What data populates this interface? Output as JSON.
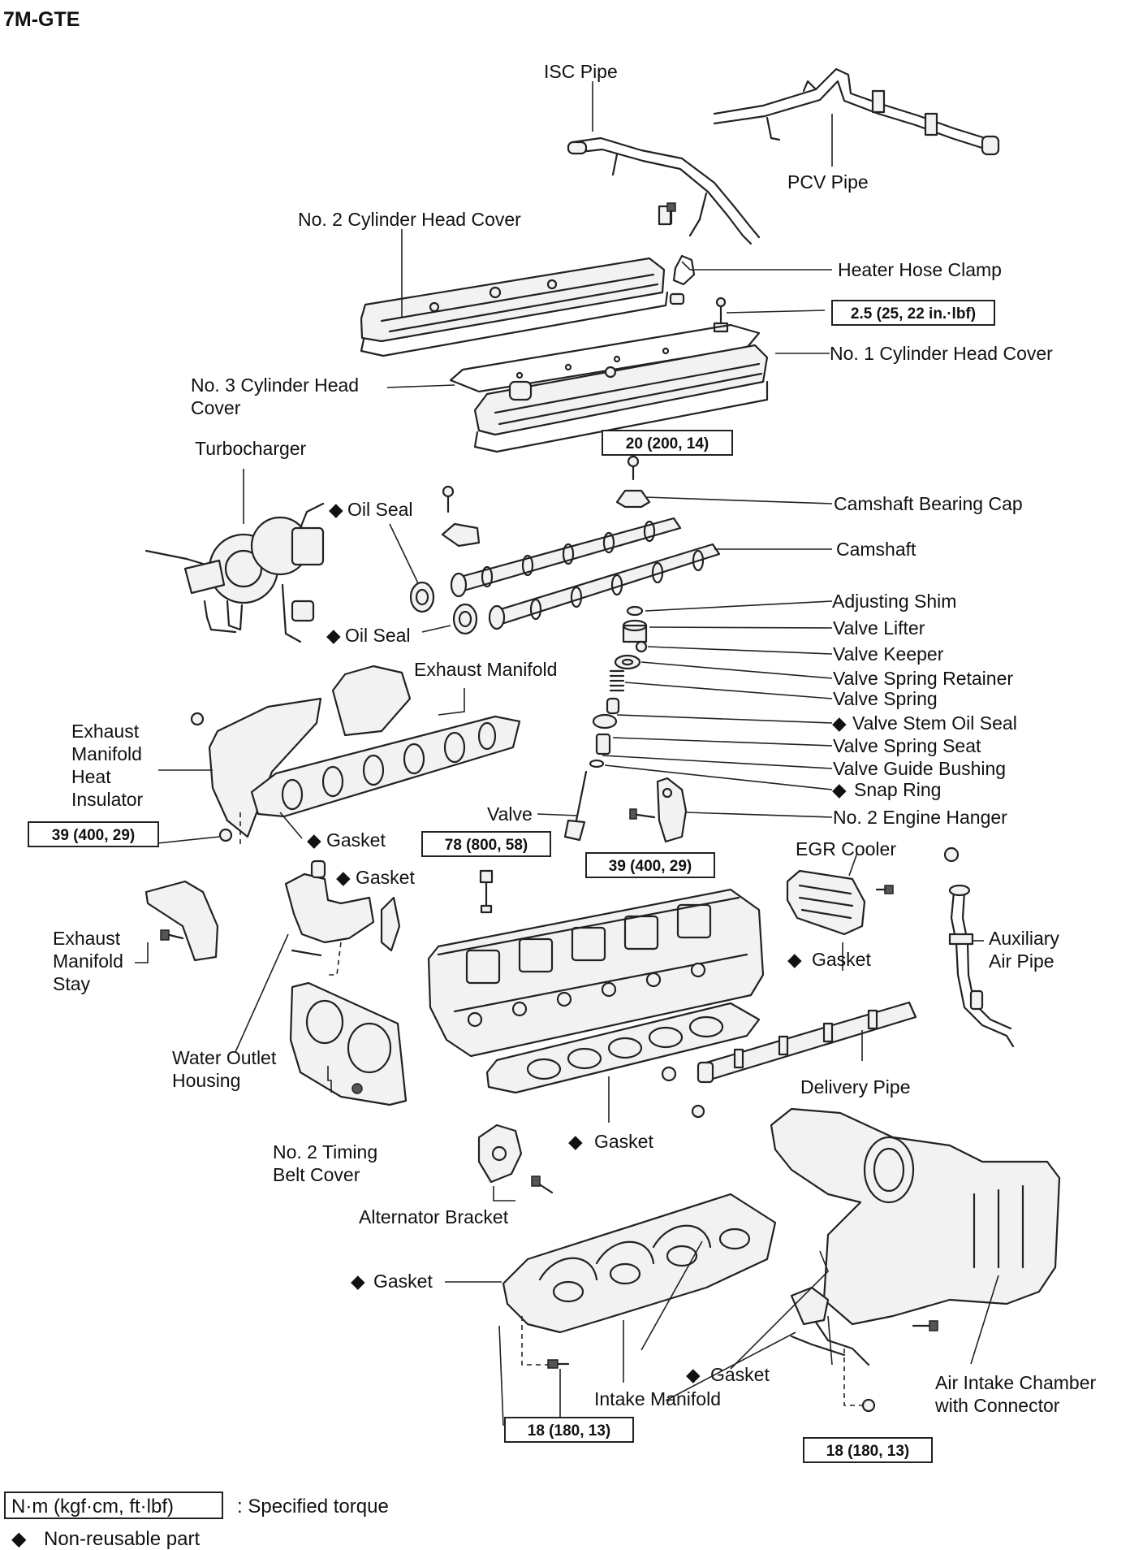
{
  "title": "7M-GTE",
  "labels": {
    "isc_pipe": "ISC Pipe",
    "pcv_pipe": "PCV Pipe",
    "no2_cyl_head_cover": "No. 2 Cylinder Head Cover",
    "heater_hose_clamp": "Heater Hose Clamp",
    "no1_cyl_head_cover": "No. 1 Cylinder Head Cover",
    "no3_cyl_head_cover_1": "No. 3 Cylinder Head",
    "no3_cyl_head_cover_2": "Cover",
    "turbocharger": "Turbocharger",
    "oil_seal_top": "Oil Seal",
    "oil_seal_bottom": "Oil Seal",
    "camshaft_bearing_cap": "Camshaft Bearing Cap",
    "camshaft": "Camshaft",
    "adjusting_shim": "Adjusting Shim",
    "valve_lifter": "Valve Lifter",
    "valve_keeper": "Valve Keeper",
    "valve_spring_retainer": "Valve Spring Retainer",
    "valve_spring": "Valve Spring",
    "valve_stem_oil_seal": "Valve Stem Oil Seal",
    "valve_spring_seat": "Valve Spring Seat",
    "valve_guide_bushing": "Valve Guide Bushing",
    "snap_ring": "Snap Ring",
    "valve": "Valve",
    "no2_engine_hanger": "No. 2 Engine Hanger",
    "exhaust_manifold": "Exhaust Manifold",
    "ex_heat_ins_1": "Exhaust",
    "ex_heat_ins_2": "Manifold",
    "ex_heat_ins_3": "Heat",
    "ex_heat_ins_4": "Insulator",
    "gasket_exhaust": "Gasket",
    "gasket_water_outlet": "Gasket",
    "egr_cooler": "EGR Cooler",
    "gasket_egr": "Gasket",
    "aux_air_pipe_1": "Auxiliary",
    "aux_air_pipe_2": "Air Pipe",
    "ex_manifold_stay_1": "Exhaust",
    "ex_manifold_stay_2": "Manifold",
    "ex_manifold_stay_3": "Stay",
    "water_outlet_housing_1": "Water Outlet",
    "water_outlet_housing_2": "Housing",
    "delivery_pipe": "Delivery Pipe",
    "no2_timing_belt_cover_1": "No. 2 Timing",
    "no2_timing_belt_cover_2": "Belt Cover",
    "gasket_head": "Gasket",
    "alternator_bracket": "Alternator Bracket",
    "gasket_intake": "Gasket",
    "gasket_chamber": "Gasket",
    "intake_manifold": "Intake Manifold",
    "air_intake_chamber_1": "Air Intake Chamber",
    "air_intake_chamber_2": "with Connector"
  },
  "torques": {
    "heater_clamp_bolt": "2.5 (25, 22 in.·lbf)",
    "bearing_cap_bolt": "20 (200, 14)",
    "heat_insulator_nut": "39 (400, 29)",
    "head_bolt": "78 (800, 58)",
    "engine_hanger_bolt": "39 (400, 29)",
    "intake_manifold_bolt": "18 (180, 13)",
    "chamber_nut": "18 (180, 13)"
  },
  "legend": {
    "torque_unit": "N·m (kgf·cm, ft·lbf)",
    "torque_desc": ": Specified torque",
    "nonreusable_symbol": "◆",
    "nonreusable_desc": "Non-reusable part"
  }
}
